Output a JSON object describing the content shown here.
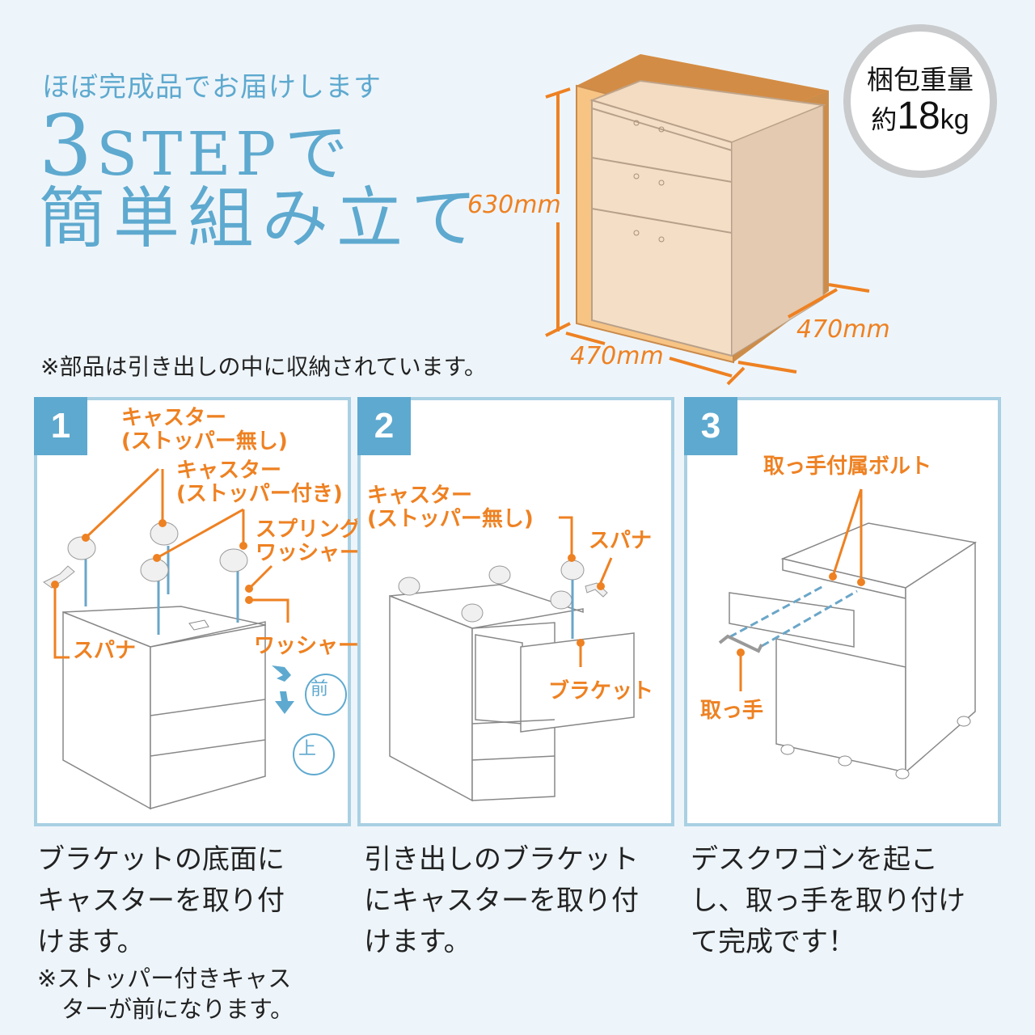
{
  "header": {
    "subtitle": "ほぼ完成品でお届けします",
    "headline_number": "3",
    "headline_step": "STEP",
    "headline_de": "で",
    "headline_line2": "簡単組み立て"
  },
  "note": "※部品は引き出しの中に収納されています。",
  "package": {
    "height_label": "630mm",
    "width_label": "470mm",
    "depth_label": "470mm",
    "weight_title": "梱包重量",
    "weight_prefix": "約",
    "weight_value": "18",
    "weight_unit": "kg"
  },
  "colors": {
    "accent_blue": "#5ea9cf",
    "panel_border": "#a9d0e3",
    "orange": "#ee8122",
    "background": "#eef5fa"
  },
  "steps": [
    {
      "number": "1",
      "labels": {
        "caster_no_stopper_1": "キャスター",
        "caster_no_stopper_2": "(ストッパー無し)",
        "caster_with_stopper_1": "キャスター",
        "caster_with_stopper_2": "(ストッパー付き)",
        "spring_washer_1": "スプリング",
        "spring_washer_2": "ワッシャー",
        "washer": "ワッシャー",
        "spanner": "スパナ",
        "front_mark": "前",
        "top_mark": "上"
      },
      "description": "ブラケットの底面にキャスターを取り付けます。",
      "description_lines": [
        "ブラケットの底面に",
        "キャスターを取り付",
        "けます。"
      ],
      "footnote_lines": [
        "※ストッパー付きキャス",
        "ターが前になります。"
      ]
    },
    {
      "number": "2",
      "labels": {
        "caster_no_stopper_1": "キャスター",
        "caster_no_stopper_2": "(ストッパー無し)",
        "spanner": "スパナ",
        "bracket": "ブラケット"
      },
      "description_lines": [
        "引き出しのブラケット",
        "にキャスターを取り付",
        "けます。"
      ]
    },
    {
      "number": "3",
      "labels": {
        "handle_bolt": "取っ手付属ボルト",
        "handle": "取っ手"
      },
      "description_lines": [
        "デスクワゴンを起こ",
        "し、取っ手を取り付け",
        "て完成です！"
      ]
    }
  ]
}
